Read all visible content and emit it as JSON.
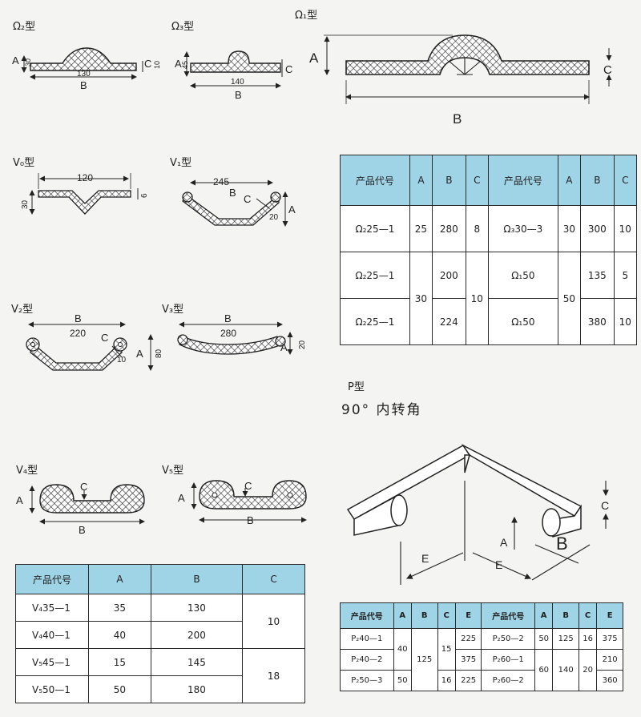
{
  "titles": {
    "omega2": "Ω₂型",
    "omega3": "Ω₃型",
    "omega1": "Ω₁型",
    "v0": "V₀型",
    "v1": "V₁型",
    "v2": "V₂型",
    "v3": "V₃型",
    "v4": "V₄型",
    "v5": "V₅型",
    "p": "P型",
    "p_sub": "90° 内转角"
  },
  "dims": {
    "omega2": {
      "a": "A",
      "a_val": "30",
      "b": "B",
      "b_val": "130",
      "c": "C",
      "c_val": "10"
    },
    "omega3": {
      "a": "A",
      "a_val": "45",
      "b": "B",
      "b_val": "140",
      "c": "C"
    },
    "omega1": {
      "a": "A",
      "b": "B",
      "c": "C"
    },
    "v0": {
      "top": "120",
      "side": "30",
      "thick": "6"
    },
    "v1": {
      "top": "245",
      "b": "B",
      "c": "C",
      "a": "A",
      "small": "20"
    },
    "v2": {
      "b": "B",
      "b_val": "220",
      "c": "C",
      "small": "10",
      "a": "A",
      "a_val": "80"
    },
    "v3": {
      "b": "B",
      "b_val": "280",
      "a": "A",
      "a_val": "20"
    },
    "v4": {
      "a": "A",
      "b": "B",
      "c": "C"
    },
    "v5": {
      "a": "A",
      "b": "B",
      "c": "C"
    },
    "p": {
      "a": "A",
      "b": "B",
      "c": "C",
      "e1": "E",
      "e2": "E"
    }
  },
  "table_omega": {
    "headers": [
      "产品代号",
      "A",
      "B",
      "C",
      "产品代号",
      "A",
      "B",
      "C"
    ],
    "rows": [
      [
        "Ω₂25—1",
        "25",
        "280",
        "8",
        "Ω₃30—3",
        "30",
        "300",
        "10"
      ],
      [
        "Ω₂25—1",
        "30",
        "200",
        "10",
        "Ω₁50",
        "50",
        "135",
        "5"
      ],
      [
        "Ω₂25—1",
        "",
        "224",
        "",
        "Ω₁50",
        "",
        "380",
        "10"
      ]
    ]
  },
  "table_v": {
    "headers": [
      "产品代号",
      "A",
      "B",
      "C"
    ],
    "rows": [
      [
        "V₄35—1",
        "35",
        "130",
        "10"
      ],
      [
        "V₄40—1",
        "40",
        "200",
        ""
      ],
      [
        "V₅45—1",
        "15",
        "145",
        "18"
      ],
      [
        "V₅50—1",
        "50",
        "180",
        ""
      ]
    ]
  },
  "table_p": {
    "headers": [
      "产品代号",
      "A",
      "B",
      "C",
      "E",
      "产品代号",
      "A",
      "B",
      "C",
      "E"
    ],
    "rows": [
      [
        "P₂40—1",
        "40",
        "125",
        "15",
        "225",
        "P₂50—2",
        "50",
        "125",
        "16",
        "375"
      ],
      [
        "P₂40—2",
        "",
        "",
        "",
        "375",
        "P₂60—1",
        "60",
        "140",
        "20",
        "210"
      ],
      [
        "P₂50—3",
        "50",
        "",
        "16",
        "225",
        "P₂60—2",
        "",
        "",
        "",
        "360"
      ]
    ]
  }
}
